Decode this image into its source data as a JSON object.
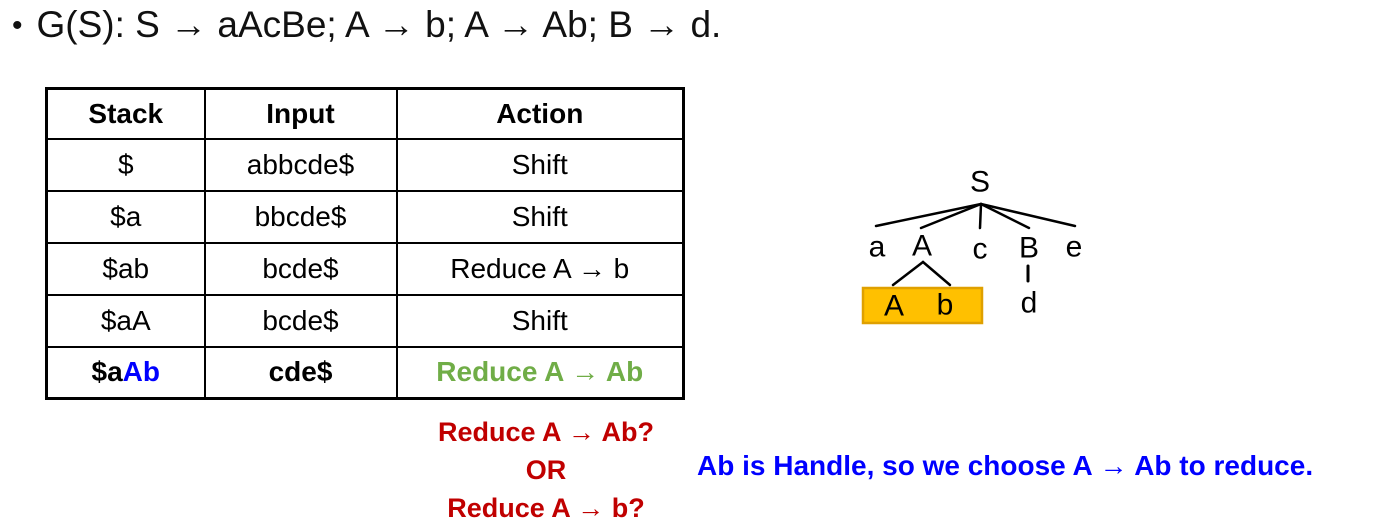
{
  "title": {
    "bullet": "•",
    "text": "G(S): S → aAcBe; A → b; A → Ab; B → d."
  },
  "table": {
    "headers": [
      "Stack",
      "Input",
      "Action"
    ],
    "rows": [
      {
        "stack": "$",
        "input": "abbcde$",
        "action": "Shift"
      },
      {
        "stack": "$a",
        "input": "bbcde$",
        "action": "Shift"
      },
      {
        "stack": "$ab",
        "input": "bcde$",
        "action": "Reduce A → b"
      },
      {
        "stack": "$aA",
        "input": "bcde$",
        "action": "Shift"
      },
      {
        "stack_prefix": "$a",
        "stack_highlight": "Ab",
        "input": "cde$",
        "action": "Reduce A → Ab"
      }
    ]
  },
  "tree": {
    "root": "S",
    "children": [
      "a",
      "A",
      "c",
      "B",
      "e"
    ],
    "handle_children": [
      "A",
      "b"
    ],
    "d_label": "d"
  },
  "annotations": {
    "question_line1": "Reduce A → Ab?",
    "question_or": "OR",
    "question_line2": "Reduce A → b?",
    "conclusion": "Ab is Handle, so we choose A → Ab to reduce."
  },
  "colors": {
    "red": "#C00000",
    "blue": "#0000FF",
    "green": "#70AD47",
    "highlight": "#FFC000",
    "highlight-border": "#DFA000"
  }
}
